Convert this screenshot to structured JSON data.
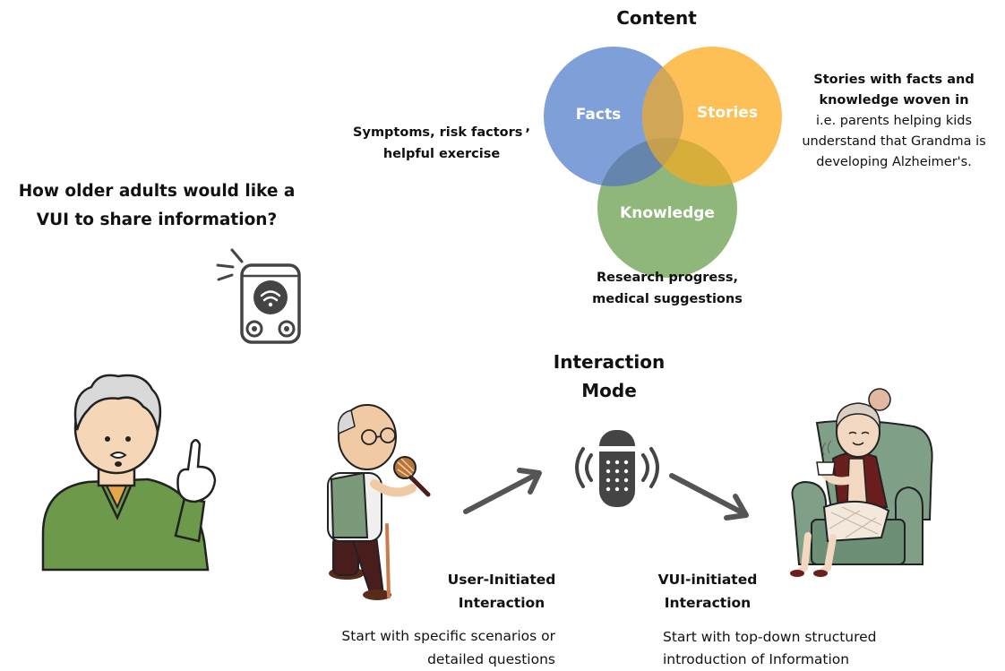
{
  "content": {
    "title": "Content",
    "circles": {
      "facts": "Facts",
      "stories": "Stories",
      "knowledge": "Knowledge"
    },
    "facts_note": {
      "line1": "Symptoms, risk factors",
      "comma": ",",
      "line2": "helpful exercise"
    },
    "stories_note": {
      "bold1": "Stories with facts and",
      "bold2": "knowledge woven in",
      "line1": "i.e. parents helping kids",
      "line2": "understand that Grandma is",
      "line3": "developing Alzheimer's."
    },
    "knowledge_note": {
      "line1": "Research progress,",
      "line2": "medical suggestions"
    }
  },
  "question": {
    "line1": "How older adults would like a",
    "line2": "VUI to share information?"
  },
  "interaction": {
    "title_line1": "Interaction",
    "title_line2": "Mode",
    "user_initiated": {
      "label1": "User-Initiated",
      "label2": "Interaction",
      "desc1": "Start with specific scenarios or",
      "desc2": "detailed questions"
    },
    "vui_initiated": {
      "label1": "VUI-initiated",
      "label2": "Interaction",
      "desc1": "Start with top-down structured",
      "desc2": "introduction of Information"
    }
  },
  "colors": {
    "facts": "#7f9fd8",
    "stories": "#fdc057",
    "knowledge": "#8fb77a",
    "facts_stories": "#d1a656",
    "facts_knowledge": "#6585ad",
    "stories_knowledge": "#d8ae3a",
    "center": "#c4a04e",
    "arrow": "#555555",
    "speaker": "#444444",
    "sweater": "#6c9a4a",
    "chair": "#7fa087"
  }
}
